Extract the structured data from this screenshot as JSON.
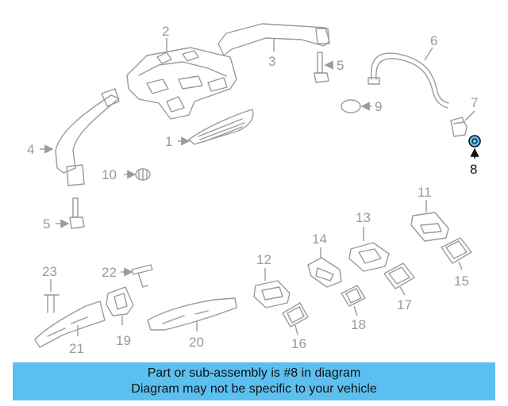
{
  "diagram": {
    "callouts": {
      "c1": "1",
      "c2": "2",
      "c3": "3",
      "c4": "4",
      "c5a": "5",
      "c5b": "5",
      "c6": "6",
      "c7": "7",
      "c8": "8",
      "c9": "9",
      "c10": "10",
      "c11": "11",
      "c12": "12",
      "c13": "13",
      "c14": "14",
      "c15": "15",
      "c16": "16",
      "c17": "17",
      "c18": "18",
      "c19": "19",
      "c20": "20",
      "c21": "21",
      "c22": "22",
      "c23": "23"
    },
    "highlight_color": "#5bc0f0",
    "line_color": "#9a9a9a"
  },
  "banner": {
    "line1": "Part or sub-assembly is #8 in diagram",
    "line2": "Diagram may not be specific to your vehicle",
    "background": "#5bc0f0"
  }
}
